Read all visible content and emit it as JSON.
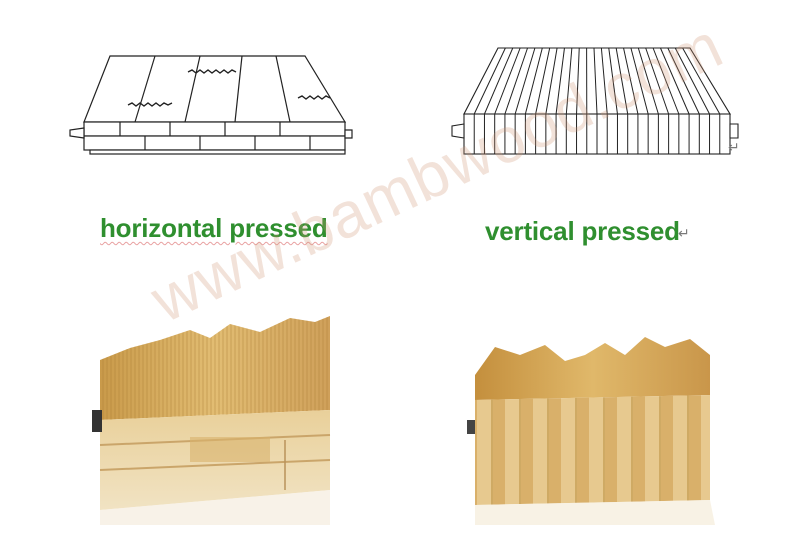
{
  "captions": {
    "horizontal": "horizontal pressed",
    "vertical": "vertical pressed"
  },
  "return_mark": "↵",
  "watermark": "www.bambwood.com",
  "colors": {
    "caption_green": "#2f8f2f",
    "watermark": "#d29678",
    "bamboo_light": "#e9c98a",
    "bamboo_dark": "#b78a3a"
  }
}
